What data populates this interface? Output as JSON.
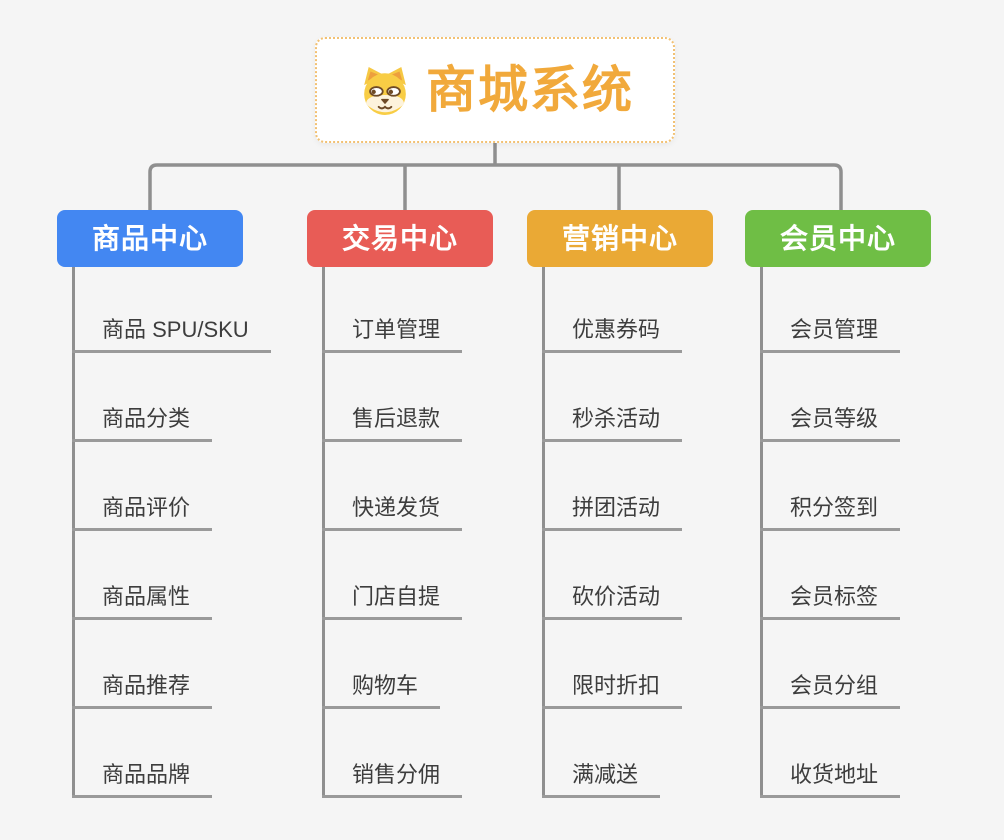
{
  "root": {
    "title": "商城系统",
    "icon": "dog-face-icon"
  },
  "branches": [
    {
      "id": "product-center",
      "label": "商品中心",
      "color": "#4387F2",
      "children": [
        "商品 SPU/SKU",
        "商品分类",
        "商品评价",
        "商品属性",
        "商品推荐",
        "商品品牌"
      ]
    },
    {
      "id": "trade-center",
      "label": "交易中心",
      "color": "#E85C56",
      "children": [
        "订单管理",
        "售后退款",
        "快递发货",
        "门店自提",
        "购物车",
        "销售分佣"
      ]
    },
    {
      "id": "marketing-center",
      "label": "营销中心",
      "color": "#EAA935",
      "children": [
        "优惠券码",
        "秒杀活动",
        "拼团活动",
        "砍价活动",
        "限时折扣",
        "满减送"
      ]
    },
    {
      "id": "member-center",
      "label": "会员中心",
      "color": "#6FBE45",
      "children": [
        "会员管理",
        "会员等级",
        "积分签到",
        "会员标签",
        "会员分组",
        "收货地址"
      ]
    }
  ],
  "colors": {
    "background": "#F5F5F5",
    "connector": "#8F8F8F",
    "underline": "#9A9A9A",
    "root_border": "#F2C173",
    "root_text": "#F1A93B",
    "child_text": "#3D3D3D",
    "header_text": "#FFFFFF"
  }
}
